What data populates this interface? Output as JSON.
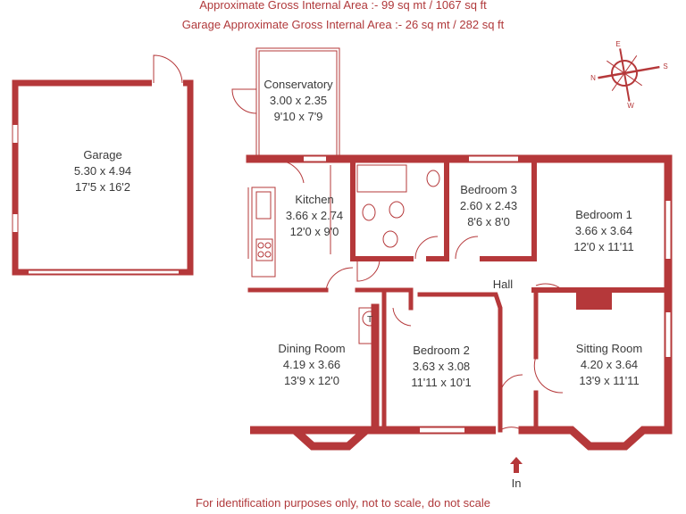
{
  "header": {
    "gross_area": "Approximate Gross Internal Area  :-    99 sq mt /  1067 sq ft",
    "garage_area": "Garage Approximate Gross Internal Area  :-   26 sq mt /  282 sq ft"
  },
  "rooms": {
    "garage": {
      "name": "Garage",
      "metric": "5.30 x 4.94",
      "imperial": "17'5 x 16'2"
    },
    "conservatory": {
      "name": "Conservatory",
      "metric": "3.00 x 2.35",
      "imperial": "9'10 x 7'9"
    },
    "kitchen": {
      "name": "Kitchen",
      "metric": "3.66 x 2.74",
      "imperial": "12'0 x 9'0"
    },
    "bedroom3": {
      "name": "Bedroom 3",
      "metric": "2.60 x 2.43",
      "imperial": "8'6 x 8'0"
    },
    "bedroom1": {
      "name": "Bedroom 1",
      "metric": "3.66 x 3.64",
      "imperial": "12'0 x 11'11"
    },
    "hall": {
      "name": "Hall"
    },
    "dining": {
      "name": "Dining Room",
      "metric": "4.19 x 3.66",
      "imperial": "13'9 x 12'0"
    },
    "bedroom2": {
      "name": "Bedroom 2",
      "metric": "3.63 x 3.08",
      "imperial": "11'11 x 10'1"
    },
    "sitting": {
      "name": "Sitting Room",
      "metric": "4.20 x 3.64",
      "imperial": "13'9 x 11'11"
    }
  },
  "entrance": "In",
  "compass": {
    "n": "N",
    "e": "E",
    "s": "S",
    "w": "W"
  },
  "tank_label": "T",
  "footer": "For identification purposes only, not to scale, do not scale",
  "colors": {
    "wall": "#b5383a",
    "text": "#b0393b"
  }
}
